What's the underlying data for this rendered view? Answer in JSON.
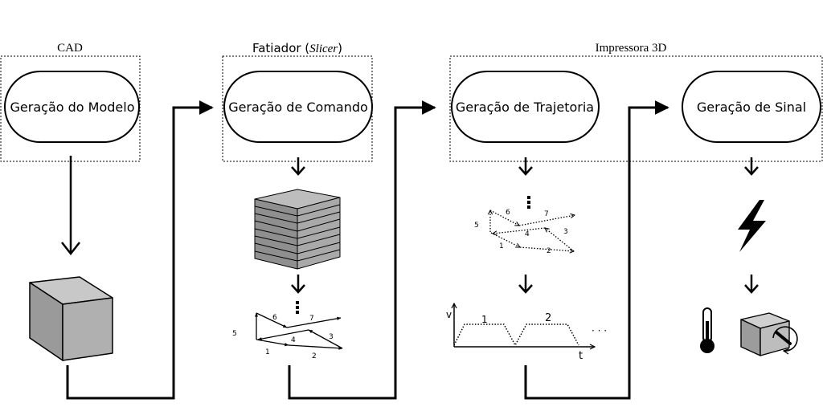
{
  "groups": {
    "cad": "CAD",
    "slicer_prefix": "Fatiador (",
    "slicer_italic": "Slicer",
    "slicer_suffix": ")",
    "printer": "Impressora 3D"
  },
  "stages": {
    "model": "Geração do Modelo",
    "command": "Geração de Comando",
    "trajectory": "Geração de Trajetoria",
    "signal": "Geração de Sinal"
  },
  "toolpath": {
    "labels": [
      "1",
      "2",
      "3",
      "4",
      "5",
      "6",
      "7"
    ]
  },
  "velocity_plot": {
    "v_axis": "v",
    "t_axis": "t",
    "seg1": "1",
    "seg2": "2",
    "ellipsis": "· · ·"
  },
  "icons": [
    "cube-icon",
    "layered-slab-icon",
    "lightning-icon",
    "thermometer-icon",
    "motor-rotation-icon"
  ]
}
